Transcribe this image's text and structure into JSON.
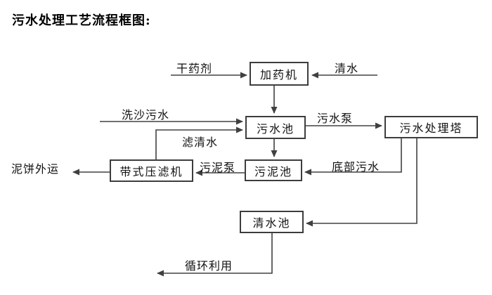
{
  "title": "污水处理工艺流程框图:",
  "colors": {
    "line": "#404040",
    "text": "#111111",
    "background": "#ffffff"
  },
  "nodes": {
    "dosing_machine": "加药机",
    "sewage_pool": "污水池",
    "treatment_tower": "污水处理塔",
    "sludge_pool": "污泥池",
    "belt_filter_press": "带式压滤机",
    "clean_water_pool": "清水池"
  },
  "flow_labels": {
    "dry_chemical": "干药剂",
    "clean_water": "清水",
    "sand_washing_sewage": "洗沙污水",
    "sewage_pump": "污水泵",
    "filtered_water": "滤清水",
    "sludge_pump": "污泥泵",
    "bottom_sewage": "底部污水",
    "mud_cake_outbound": "泥饼外运",
    "recycling": "循环利用"
  }
}
